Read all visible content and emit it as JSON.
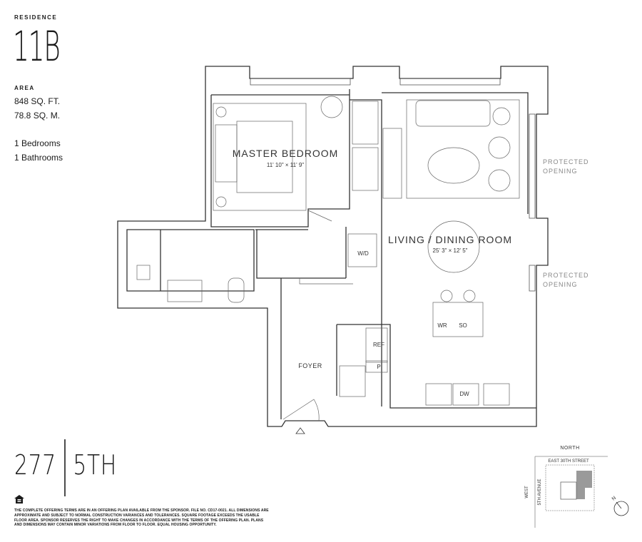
{
  "residence": {
    "label": "RESIDENCE",
    "unit": "11B"
  },
  "area": {
    "label": "AREA",
    "sq_ft": "848 SQ. FT.",
    "sq_m": "78.8 SQ. M."
  },
  "bedrooms": "1 Bedrooms",
  "bathrooms": "1 Bathrooms",
  "brand": {
    "left": "277",
    "right": "5TH"
  },
  "disclaimer": "The complete offering terms are in an offering plan available from the Sponsor. File No. CD17-0021. All dimensions are approximate and subject to normal construction variances and tolerances. Square footage exceeds the usable floor area. Sponsor reserves the right to make changes in accordance with the terms of the offering plan. Plans and dimensions may contain minor variations from floor to floor. Equal Housing Opportunity.",
  "plan": {
    "master_bedroom": {
      "name": "MASTER BEDROOM",
      "dims": "11' 10\" × 11' 9\""
    },
    "living_dining": {
      "name": "LIVING / DINING ROOM",
      "dims": "25' 3\" × 12' 5\""
    },
    "foyer": "FOYER",
    "wd": "W/D",
    "ref": "REF",
    "pantry": "P",
    "wr": "WR",
    "so": "SO",
    "dw": "DW",
    "protected_opening_1": [
      "PROTECTED",
      "OPENING"
    ],
    "protected_opening_2": [
      "PROTECTED",
      "OPENING"
    ]
  },
  "keyplan": {
    "north": "NORTH",
    "street": "EAST 30TH STREET",
    "west": "WEST",
    "avenue": "5TH AVENUE",
    "compass": "N"
  },
  "colors": {
    "ink": "#1a1a1a",
    "wall": "#333333",
    "muted": "#888888",
    "highlight": "#9a9a9a"
  }
}
